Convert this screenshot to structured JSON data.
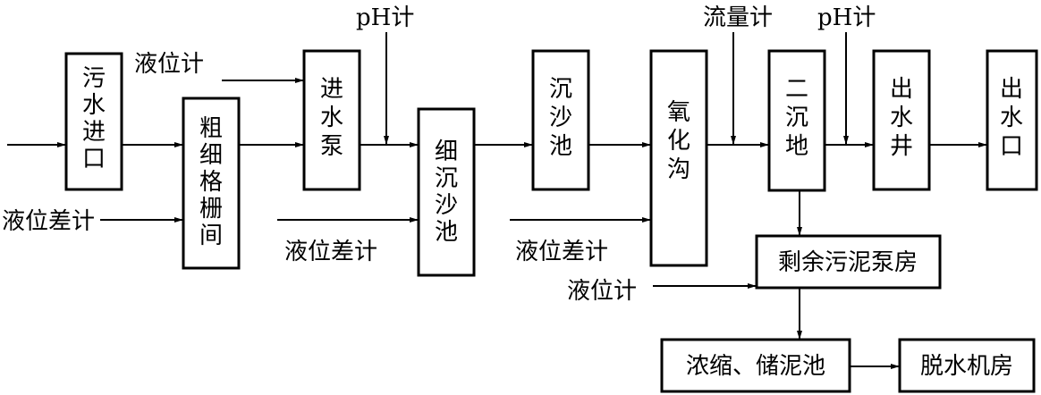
{
  "units": {
    "wushui_jinkou": {
      "chars": [
        "污",
        "水",
        "进",
        "口"
      ]
    },
    "cuxi_gezha_jian": {
      "chars": [
        "粗",
        "细",
        "格",
        "栅",
        "间"
      ]
    },
    "jinshui_beng": {
      "chars": [
        "进",
        "水",
        "泵"
      ]
    },
    "xi_chenshachi": {
      "chars": [
        "细",
        "沉",
        "沙",
        "池"
      ]
    },
    "chenshachi": {
      "chars": [
        "沉",
        "沙",
        "池"
      ]
    },
    "yanghuagou": {
      "chars": [
        "氧",
        "化",
        "沟"
      ]
    },
    "erchendi": {
      "chars": [
        "二",
        "沉",
        "地"
      ]
    },
    "chushuijing": {
      "chars": [
        "出",
        "水",
        "井"
      ]
    },
    "chushuikou": {
      "chars": [
        "出",
        "水",
        "口"
      ]
    },
    "shengyu_wuni_bengfang": {
      "label": "剩余污泥泵房"
    },
    "nongsuo_chunichi": {
      "label": "浓缩、储泥池"
    },
    "tuoshui_jifang": {
      "label": "脱水机房"
    }
  },
  "instruments": {
    "level_meter_1": "液位计",
    "level_diff_meter_1": "液位差计",
    "ph_meter_1": "pH计",
    "level_diff_meter_2": "液位差计",
    "level_diff_meter_3": "液位差计",
    "flow_meter": "流量计",
    "ph_meter_2": "pH计",
    "level_meter_2": "液位计"
  },
  "colors": {
    "stroke": "#000000",
    "background": "#ffffff"
  }
}
